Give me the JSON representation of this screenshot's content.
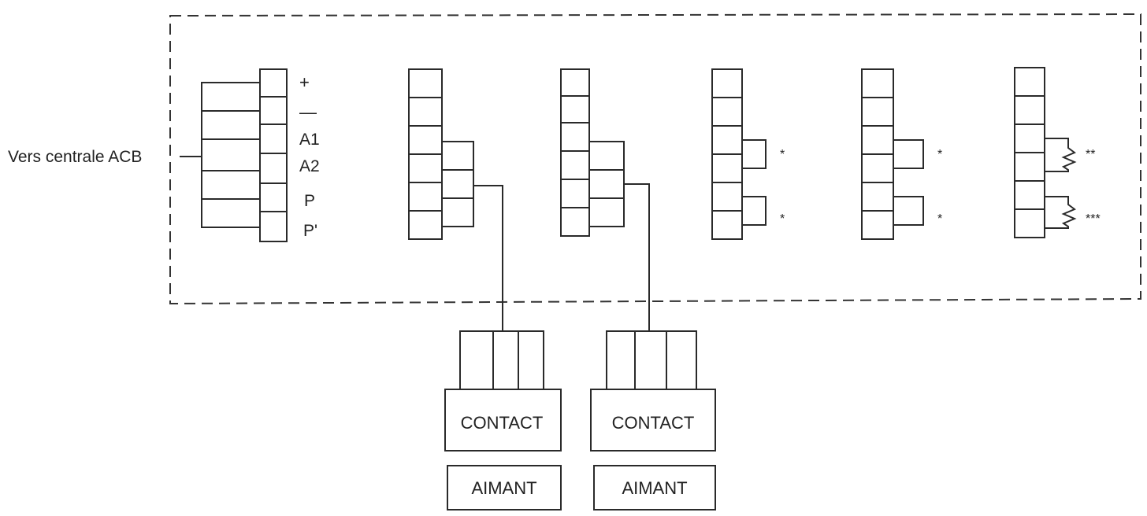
{
  "source_label": "Vers centrale ACB",
  "terminal_labels": [
    "+",
    "—",
    "A1",
    "A2",
    "P",
    "P'"
  ],
  "markers": {
    "block4_top": "*",
    "block4_bottom": "*",
    "block5_top": "*",
    "block5_bottom": "*",
    "block6_top": "**",
    "block6_bottom": "***"
  },
  "devices": [
    {
      "contact_label": "CONTACT",
      "magnet_label": "AIMANT"
    },
    {
      "contact_label": "CONTACT",
      "magnet_label": "AIMANT"
    }
  ]
}
